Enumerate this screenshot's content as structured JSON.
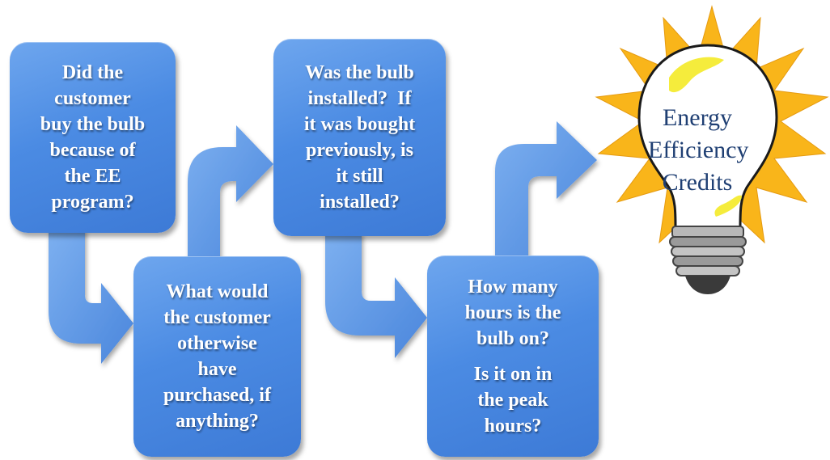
{
  "colors": {
    "box_fill": "#4b8be3",
    "arrow_fill": "#5b95e6",
    "text": "#ffffff",
    "burst": "#f9b51a",
    "bulb_glow": "#f5ec3c",
    "label_text": "#1f3f73"
  },
  "steps": [
    {
      "lines": [
        "Did the",
        "customer",
        "buy the bulb",
        "because of",
        "the EE",
        "program?"
      ]
    },
    {
      "lines": [
        "What would",
        "the customer",
        "otherwise",
        "have",
        "purchased, if",
        "anything?"
      ]
    },
    {
      "lines": [
        "Was the bulb",
        "installed?  If",
        "it was bought",
        "previously, is",
        "it still",
        "installed?"
      ]
    },
    {
      "lines": [
        "How many",
        "hours is the",
        "bulb on?",
        "Is it on in",
        "the peak",
        "hours?"
      ]
    }
  ],
  "credits": {
    "icon": "light-bulb-icon",
    "lines": [
      "Energy",
      "Efficiency",
      "Credits"
    ]
  }
}
